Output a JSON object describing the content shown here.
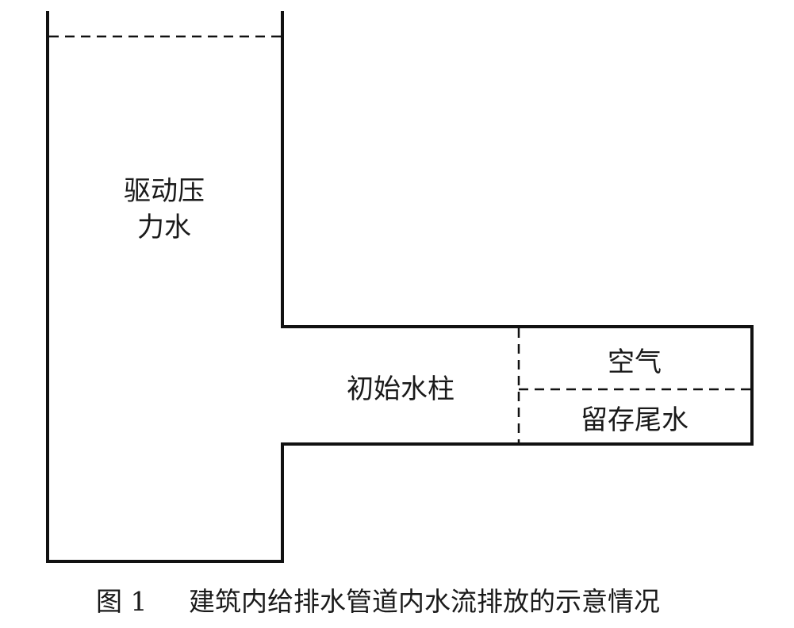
{
  "labels": {
    "driving_water_line1": "驱动压",
    "driving_water_line2": "力水",
    "initial_water_column": "初始水柱",
    "air": "空气",
    "residual_tail_water": "留存尾水"
  },
  "caption": {
    "figure_number": "图 1",
    "title": "建筑内给排水管道内水流排放的示意情况"
  }
}
